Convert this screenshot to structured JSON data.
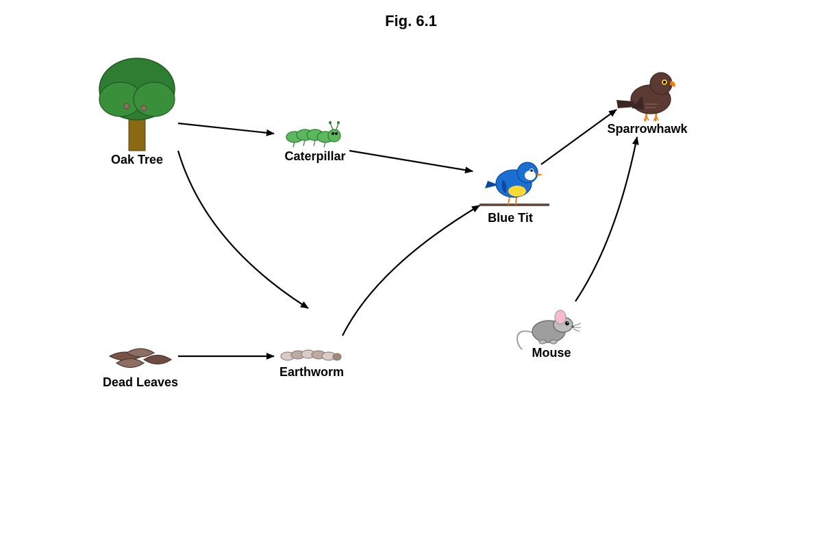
{
  "figure": {
    "title": "Fig. 6.1"
  },
  "organisms": {
    "oak_tree": "Oak Tree",
    "caterpillar": "Caterpillar",
    "blue_tit": "Blue Tit",
    "sparrowhawk": "Sparrowhawk",
    "dead_leaves": "Dead Leaves",
    "earthworm": "Earthworm",
    "mouse": "Mouse"
  },
  "feeding_links": [
    {
      "from": "Oak Tree",
      "to": "Caterpillar"
    },
    {
      "from": "Oak Tree",
      "to": "Earthworm"
    },
    {
      "from": "Caterpillar",
      "to": "Blue Tit"
    },
    {
      "from": "Dead Leaves",
      "to": "Earthworm"
    },
    {
      "from": "Earthworm",
      "to": "Blue Tit"
    },
    {
      "from": "Blue Tit",
      "to": "Sparrowhawk"
    },
    {
      "from": "Mouse",
      "to": "Sparrowhawk"
    }
  ],
  "colors": {
    "arrow": "#000000",
    "leaf_green": "#3a8f3a",
    "bird_blue": "#1a6fd1",
    "hawk_brown": "#5a3a32"
  }
}
